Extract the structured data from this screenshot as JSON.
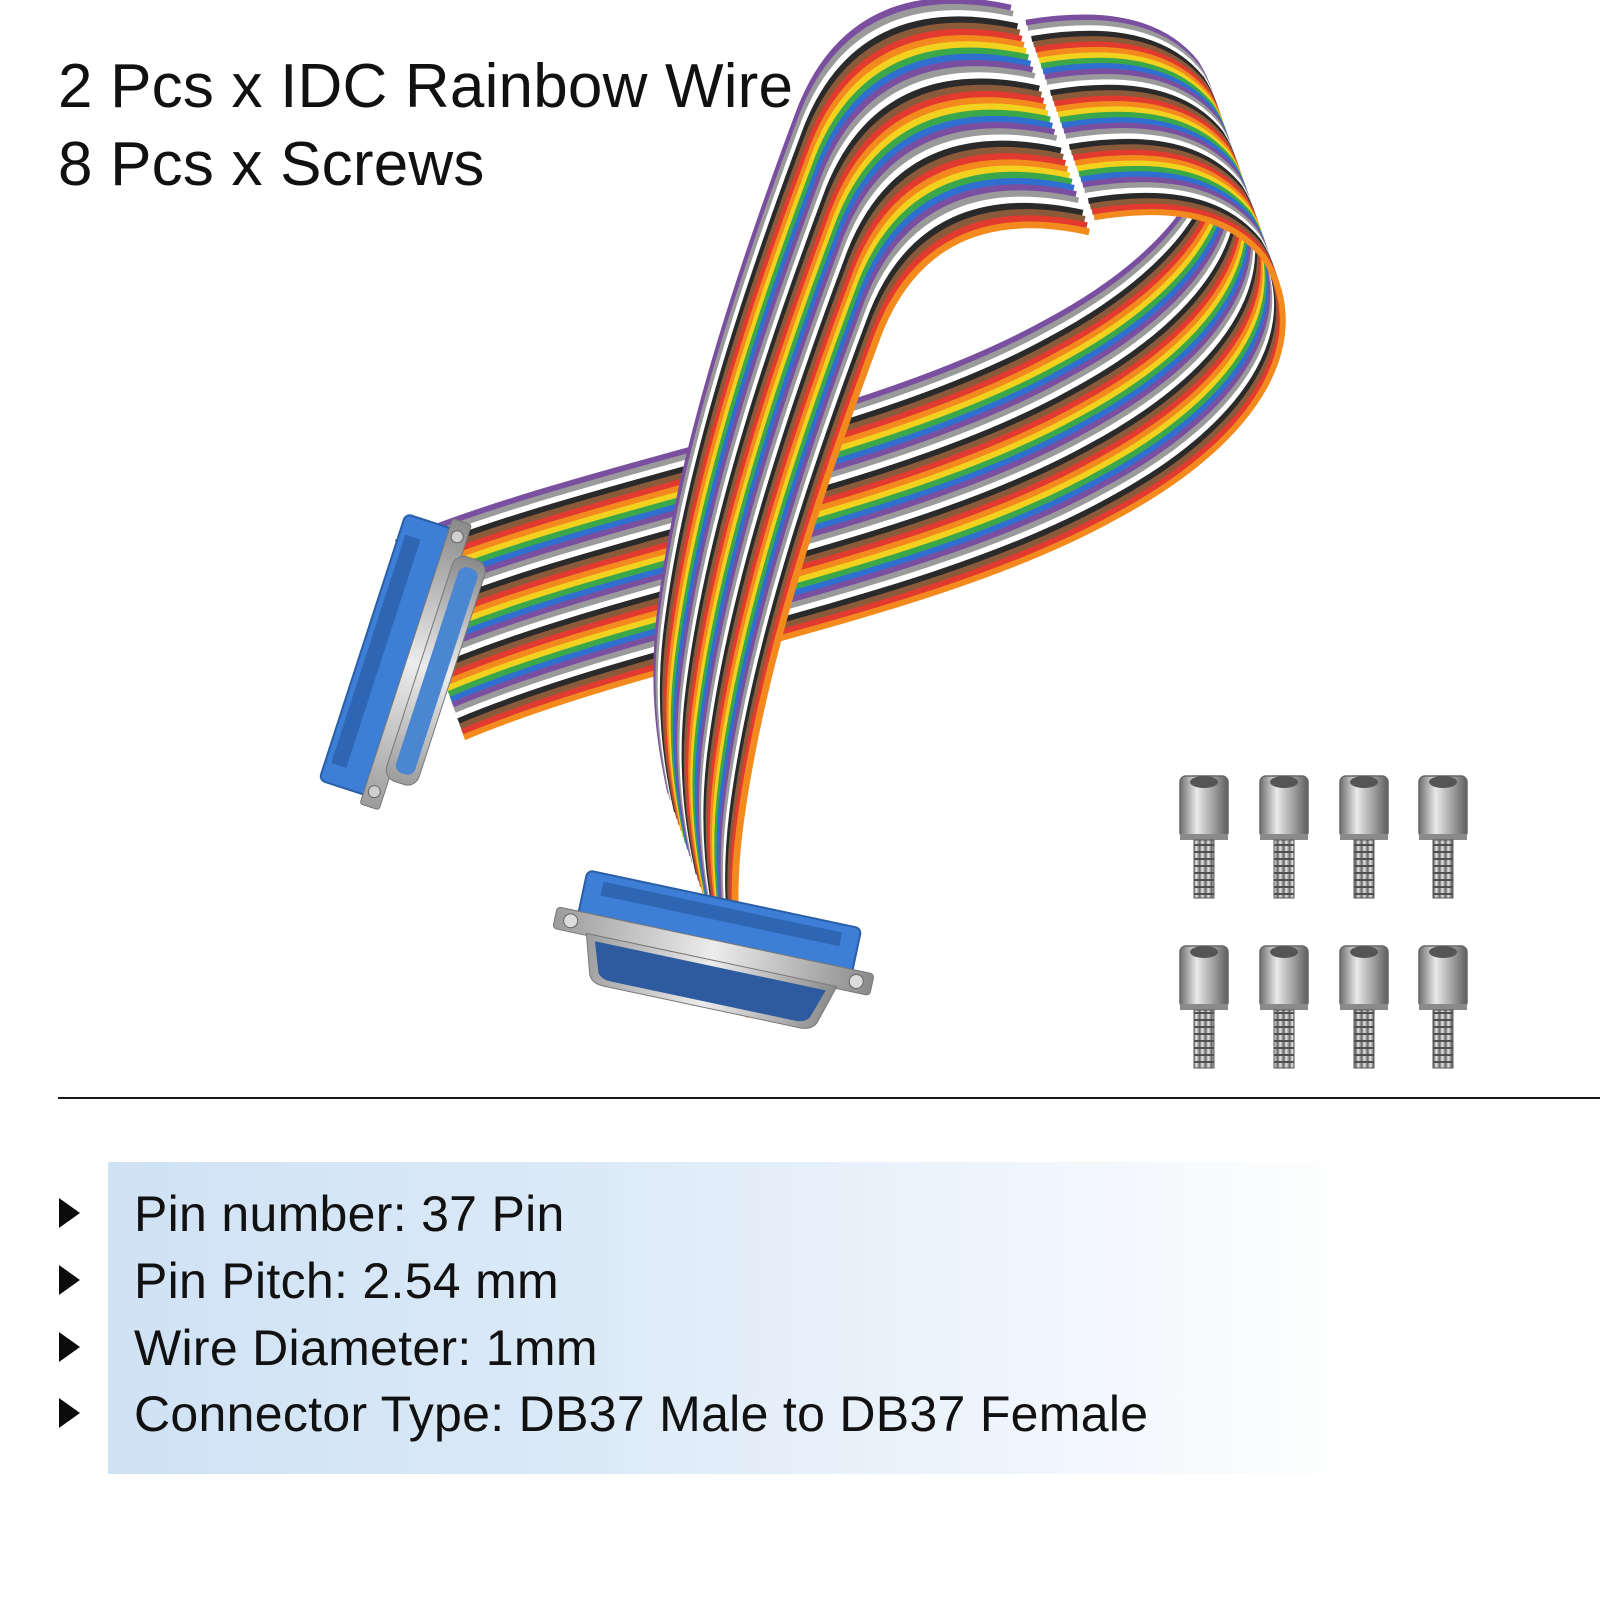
{
  "headline": {
    "line1": "2 Pcs x IDC Rainbow Wire",
    "line2": "8 Pcs x Screws"
  },
  "specs": [
    "Pin number: 37 Pin",
    "Pin Pitch: 2.54 mm",
    "Wire Diameter: 1mm",
    "Connector Type: DB37 Male to DB37 Female"
  ],
  "colors": {
    "panel": "#d6e7f6",
    "connector_blue": "#3d7fd6",
    "wire_stripes": [
      "#7a4fa0",
      "#9a9a9a",
      "#ffffff",
      "#2a2a2a",
      "#8a5a3a",
      "#e23a2e",
      "#f28a1e",
      "#f2d21e",
      "#3aa84a",
      "#2f6fd0"
    ]
  },
  "icons": [
    "ribbon-cable-icon",
    "db37-female-connector-icon",
    "db37-male-connector-icon",
    "hex-standoff-screw-icon"
  ]
}
